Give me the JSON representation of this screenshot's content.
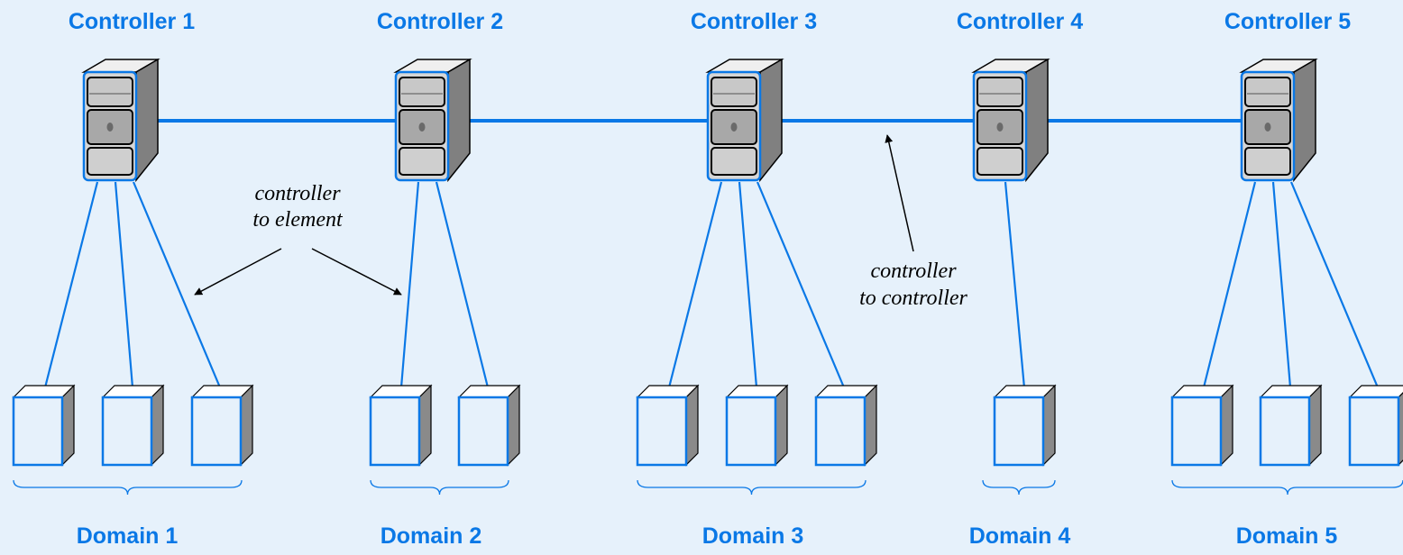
{
  "diagram": {
    "controllers": [
      {
        "label": "Controller 1",
        "domain": "Domain 1",
        "elements": 3
      },
      {
        "label": "Controller 2",
        "domain": "Domain 2",
        "elements": 2
      },
      {
        "label": "Controller 3",
        "domain": "Domain 3",
        "elements": 3
      },
      {
        "label": "Controller 4",
        "domain": "Domain 4",
        "elements": 1
      },
      {
        "label": "Controller 5",
        "domain": "Domain 5",
        "elements": 3
      }
    ],
    "annotations": {
      "controller_to_element": [
        "controller",
        "to element"
      ],
      "controller_to_controller": [
        "controller",
        "to controller"
      ]
    },
    "colors": {
      "background": "#e6f1fb",
      "accent": "#0a78e6",
      "server_light": "#d6d6d6",
      "server_dark": "#8a8a8a"
    },
    "icons": {
      "controller": "server-tower-icon",
      "element": "network-element-box-icon"
    }
  }
}
